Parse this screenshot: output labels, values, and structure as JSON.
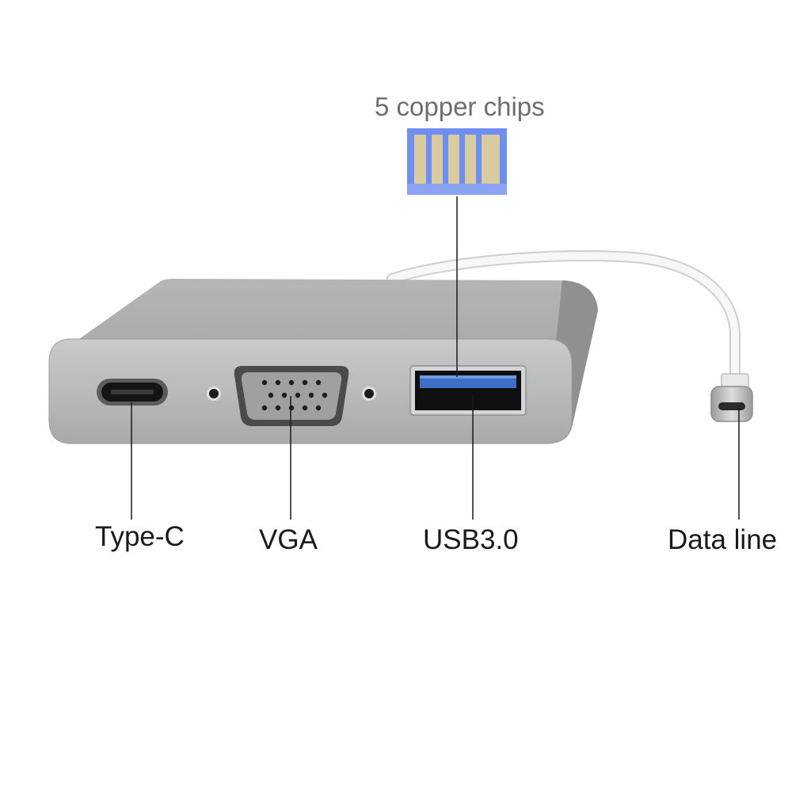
{
  "labels": {
    "chips": "5 copper chips",
    "type_c": "Type-C",
    "vga": "VGA",
    "usb": "USB3.0",
    "data_line": "Data line"
  },
  "colors": {
    "background": "#ffffff",
    "housing": "#a9aaac",
    "housing_face": "#bfc0c2",
    "chip_frame": "#6e8ff0",
    "chip_copper": "#d8cba0",
    "usb_blue": "#3d6fc4",
    "cable": "#f2f2f2",
    "leader_line": "#1a1a1a"
  },
  "icons": [
    "usb-contacts-icon",
    "type-c-port-icon",
    "vga-port-icon",
    "usb-a-port-icon",
    "type-c-plug-icon"
  ]
}
